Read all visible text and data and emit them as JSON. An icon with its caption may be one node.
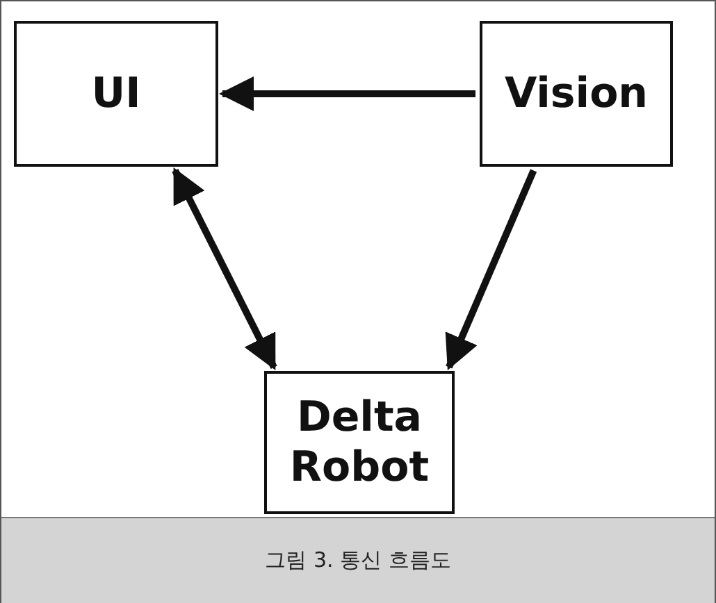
{
  "diagram": {
    "caption": "그림 3. 통신 흐름도",
    "nodes": [
      {
        "text": [
          "UI"
        ]
      },
      {
        "text": [
          "Vision"
        ]
      },
      {
        "text": [
          "Delta Robot"
        ]
      }
    ],
    "edges": [
      {
        "from": 1,
        "to": 0,
        "arrow": "to"
      },
      {
        "from": 1,
        "to": 2,
        "arrow": "to"
      },
      {
        "from": 0,
        "to": 2,
        "arrow": "both"
      }
    ]
  }
}
